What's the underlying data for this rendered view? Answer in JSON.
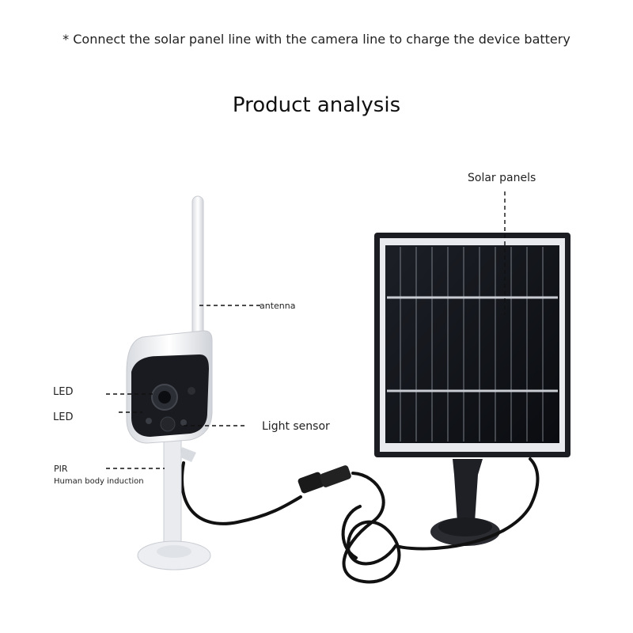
{
  "note": "* Connect the solar panel line with the camera line to charge the device battery",
  "title": "Product analysis",
  "labels": {
    "solar_panels": "Solar panels",
    "antenna": "antenna",
    "led_top": "LED",
    "led_bottom": "LED",
    "light_sensor": "Light sensor",
    "pir": "PIR",
    "pir_sub": "Human body induction"
  }
}
